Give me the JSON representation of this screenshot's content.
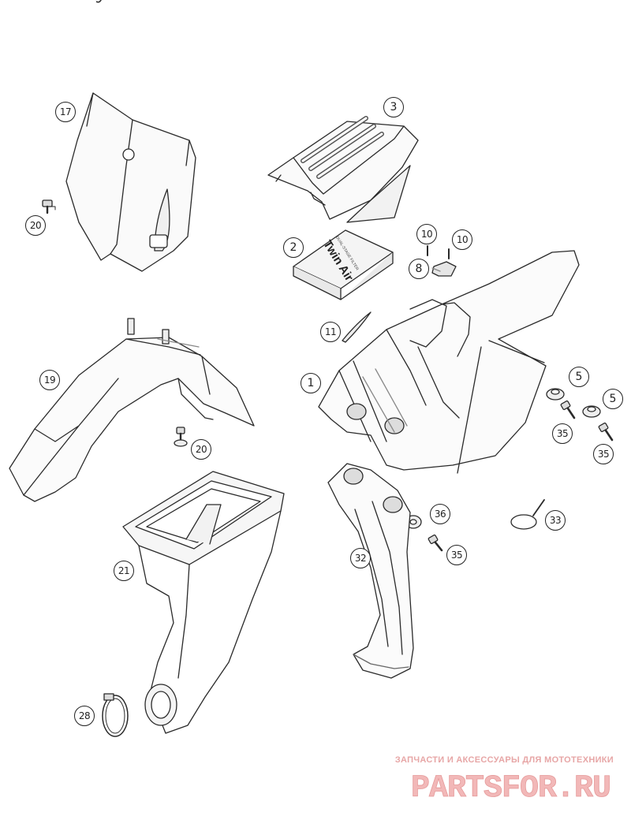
{
  "callouts": [
    {
      "id": "17",
      "label": "17"
    },
    {
      "id": "3",
      "label": "3"
    },
    {
      "id": "20a",
      "label": "20"
    },
    {
      "id": "2",
      "label": "2"
    },
    {
      "id": "10a",
      "label": "10"
    },
    {
      "id": "10b",
      "label": "10"
    },
    {
      "id": "8",
      "label": "8"
    },
    {
      "id": "11",
      "label": "11"
    },
    {
      "id": "19",
      "label": "19"
    },
    {
      "id": "1",
      "label": "1"
    },
    {
      "id": "5a",
      "label": "5"
    },
    {
      "id": "5b",
      "label": "5"
    },
    {
      "id": "35a",
      "label": "35"
    },
    {
      "id": "35b",
      "label": "35"
    },
    {
      "id": "20b",
      "label": "20"
    },
    {
      "id": "36",
      "label": "36"
    },
    {
      "id": "33",
      "label": "33"
    },
    {
      "id": "35c",
      "label": "35"
    },
    {
      "id": "32",
      "label": "32"
    },
    {
      "id": "21",
      "label": "21"
    },
    {
      "id": "28",
      "label": "28"
    }
  ],
  "filter_box_text": {
    "brand": "Twin Air",
    "subtitle": "DUAL-STAGE FILTER"
  },
  "watermark": {
    "caption": "ЗАПЧАСТИ И АКСЕССУАРЫ ДЛЯ МОТОТЕХНИКИ",
    "logo_text": "PARTSFOR.RU",
    "color": "#f2b8b8"
  }
}
